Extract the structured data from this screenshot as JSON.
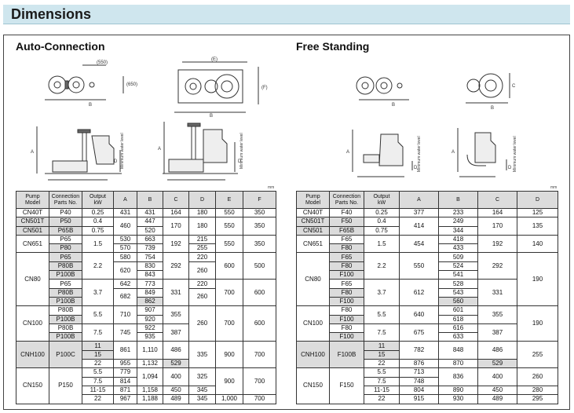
{
  "heading": "Dimensions",
  "auto": {
    "title": "Auto-Connection",
    "drawing_labels": {
      "dim_550": "(550)",
      "dim_e": "(E)",
      "dim_650": "(650)",
      "dim_f": "(F)",
      "b": "B",
      "a": "A",
      "c": "C",
      "d": "D",
      "min_water": "Minimum water level"
    },
    "unit": "mm",
    "headers": [
      [
        "Pump",
        "Model"
      ],
      [
        "Connection",
        "Parts No."
      ],
      [
        "Output",
        "kW"
      ],
      [
        "A"
      ],
      [
        "B"
      ],
      [
        "C"
      ],
      [
        "D"
      ],
      [
        "E"
      ],
      [
        "F"
      ]
    ],
    "rows": [
      [
        {
          "t": "CN40T"
        },
        {
          "t": "P40"
        },
        {
          "t": "0.25"
        },
        {
          "t": "431"
        },
        {
          "t": "431"
        },
        {
          "t": "164"
        },
        {
          "t": "180"
        },
        {
          "t": "550"
        },
        {
          "t": "350"
        }
      ],
      [
        {
          "t": "CN501T",
          "f": 1
        },
        {
          "t": "P50",
          "f": 1
        },
        {
          "t": "0.4"
        },
        {
          "t": "460",
          "r": 2
        },
        {
          "t": "447"
        },
        {
          "t": "170",
          "r": 2
        },
        {
          "t": "180",
          "r": 2
        },
        {
          "t": "550",
          "r": 2
        },
        {
          "t": "350",
          "r": 2
        }
      ],
      [
        {
          "t": "CN501",
          "f": 1
        },
        {
          "t": "P65B",
          "f": 1
        },
        {
          "t": "0.75"
        },
        {
          "t": "520"
        }
      ],
      [
        {
          "t": "CN651",
          "r": 2
        },
        {
          "t": "P65"
        },
        {
          "t": "1.5",
          "r": 2
        },
        {
          "t": "530"
        },
        {
          "t": "663"
        },
        {
          "t": "192",
          "r": 2
        },
        {
          "t": "215"
        },
        {
          "t": "550",
          "r": 2
        },
        {
          "t": "350",
          "r": 2
        }
      ],
      [
        {
          "t": "P80",
          "f": 1
        },
        {
          "t": "570"
        },
        {
          "t": "739"
        },
        {
          "t": "255"
        }
      ],
      [
        {
          "t": "CN80",
          "r": 6
        },
        {
          "t": "P65",
          "f": 1
        },
        {
          "t": "2.2",
          "r": 3
        },
        {
          "t": "580"
        },
        {
          "t": "754"
        },
        {
          "t": "292",
          "r": 3
        },
        {
          "t": "220"
        },
        {
          "t": "600",
          "r": 3
        },
        {
          "t": "500",
          "r": 3
        }
      ],
      [
        {
          "t": "P80B",
          "f": 1
        },
        {
          "t": "620",
          "r": 2
        },
        {
          "t": "830"
        },
        {
          "t": "260",
          "r": 2
        }
      ],
      [
        {
          "t": "P100B",
          "f": 1
        },
        {
          "t": "843"
        }
      ],
      [
        {
          "t": "P65"
        },
        {
          "t": "3.7",
          "r": 3
        },
        {
          "t": "642"
        },
        {
          "t": "773"
        },
        {
          "t": "331",
          "r": 3
        },
        {
          "t": "220"
        },
        {
          "t": "700",
          "r": 3
        },
        {
          "t": "600",
          "r": 3
        }
      ],
      [
        {
          "t": "P80B",
          "f": 1
        },
        {
          "t": "682",
          "r": 2
        },
        {
          "t": "849"
        },
        {
          "t": "260",
          "r": 2
        }
      ],
      [
        {
          "t": "P100B",
          "f": 1
        },
        {
          "t": "862",
          "f": 1
        }
      ],
      [
        {
          "t": "CN100",
          "r": 4
        },
        {
          "t": "P80B"
        },
        {
          "t": "5.5",
          "r": 2
        },
        {
          "t": "710",
          "r": 2
        },
        {
          "t": "907"
        },
        {
          "t": "355",
          "r": 2
        },
        {
          "t": "260",
          "r": 4
        },
        {
          "t": "700",
          "r": 4
        },
        {
          "t": "600",
          "r": 4
        }
      ],
      [
        {
          "t": "P100B",
          "f": 1
        },
        {
          "t": "920"
        }
      ],
      [
        {
          "t": "P80B"
        },
        {
          "t": "7.5",
          "r": 2
        },
        {
          "t": "745",
          "r": 2
        },
        {
          "t": "922"
        },
        {
          "t": "387",
          "r": 2
        }
      ],
      [
        {
          "t": "P100B",
          "f": 1
        },
        {
          "t": "935"
        }
      ],
      [
        {
          "t": "CNH100",
          "r": 3,
          "f": 1
        },
        {
          "t": "P100C",
          "r": 3,
          "f": 1
        },
        {
          "t": "11",
          "f": 1
        },
        {
          "t": "861",
          "r": 2
        },
        {
          "t": "1,110",
          "r": 2
        },
        {
          "t": "486",
          "r": 2
        },
        {
          "t": "335",
          "r": 3
        },
        {
          "t": "900",
          "r": 3
        },
        {
          "t": "700",
          "r": 3
        }
      ],
      [
        {
          "t": "15",
          "f": 1
        }
      ],
      [
        {
          "t": "22"
        },
        {
          "t": "955"
        },
        {
          "t": "1,132"
        },
        {
          "t": "529",
          "f": 1
        }
      ],
      [
        {
          "t": "CN150",
          "r": 4
        },
        {
          "t": "P150",
          "r": 4
        },
        {
          "t": "5.5"
        },
        {
          "t": "779"
        },
        {
          "t": "1,094",
          "r": 2
        },
        {
          "t": "400",
          "r": 2
        },
        {
          "t": "325",
          "r": 2
        },
        {
          "t": "900",
          "r": 3
        },
        {
          "t": "700",
          "r": 3
        }
      ],
      [
        {
          "t": "7.5"
        },
        {
          "t": "814"
        }
      ],
      [
        {
          "t": "11-15"
        },
        {
          "t": "871"
        },
        {
          "t": "1,158"
        },
        {
          "t": "450"
        },
        {
          "t": "345"
        }
      ],
      [
        {
          "t": "22"
        },
        {
          "t": "967"
        },
        {
          "t": "1,188"
        },
        {
          "t": "489"
        },
        {
          "t": "345"
        },
        {
          "t": "1,000"
        },
        {
          "t": "700"
        }
      ]
    ]
  },
  "free": {
    "title": "Free Standing",
    "drawing_labels": {
      "b": "B",
      "a": "A",
      "c": "C",
      "d": "D",
      "min_water": "Minimum water level"
    },
    "unit": "mm",
    "headers": [
      [
        "Pump",
        "Model"
      ],
      [
        "Connection",
        "Parts No."
      ],
      [
        "Output",
        "kW"
      ],
      [
        "A"
      ],
      [
        "B"
      ],
      [
        "C"
      ],
      [
        "D"
      ]
    ],
    "rows": [
      [
        {
          "t": "CN40T"
        },
        {
          "t": "F40"
        },
        {
          "t": "0.25"
        },
        {
          "t": "377"
        },
        {
          "t": "233"
        },
        {
          "t": "164"
        },
        {
          "t": "125"
        }
      ],
      [
        {
          "t": "CN501T",
          "f": 1
        },
        {
          "t": "F50",
          "f": 1
        },
        {
          "t": "0.4"
        },
        {
          "t": "414",
          "r": 2
        },
        {
          "t": "249"
        },
        {
          "t": "170",
          "r": 2
        },
        {
          "t": "135",
          "r": 2
        }
      ],
      [
        {
          "t": "CN501",
          "f": 1
        },
        {
          "t": "F65B",
          "f": 1
        },
        {
          "t": "0.75"
        },
        {
          "t": "344"
        }
      ],
      [
        {
          "t": "CN651",
          "r": 2
        },
        {
          "t": "F65"
        },
        {
          "t": "1.5",
          "r": 2
        },
        {
          "t": "454",
          "r": 2
        },
        {
          "t": "418"
        },
        {
          "t": "192",
          "r": 2
        },
        {
          "t": "140",
          "r": 2
        }
      ],
      [
        {
          "t": "F80",
          "f": 1
        },
        {
          "t": "433"
        }
      ],
      [
        {
          "t": "CN80",
          "r": 6
        },
        {
          "t": "F65",
          "f": 1
        },
        {
          "t": "2.2",
          "r": 3
        },
        {
          "t": "550",
          "r": 3
        },
        {
          "t": "509"
        },
        {
          "t": "292",
          "r": 3
        },
        {
          "t": "190",
          "r": 6
        }
      ],
      [
        {
          "t": "F80",
          "f": 1
        },
        {
          "t": "524"
        }
      ],
      [
        {
          "t": "F100",
          "f": 1
        },
        {
          "t": "541"
        }
      ],
      [
        {
          "t": "F65"
        },
        {
          "t": "3.7",
          "r": 3
        },
        {
          "t": "612",
          "r": 3
        },
        {
          "t": "528"
        },
        {
          "t": "331",
          "r": 3
        }
      ],
      [
        {
          "t": "F80",
          "f": 1
        },
        {
          "t": "543"
        }
      ],
      [
        {
          "t": "F100",
          "f": 1
        },
        {
          "t": "560",
          "f": 1
        }
      ],
      [
        {
          "t": "CN100",
          "r": 4
        },
        {
          "t": "F80"
        },
        {
          "t": "5.5",
          "r": 2
        },
        {
          "t": "640",
          "r": 2
        },
        {
          "t": "601"
        },
        {
          "t": "355",
          "r": 2
        },
        {
          "t": "190",
          "r": 4
        }
      ],
      [
        {
          "t": "F100",
          "f": 1
        },
        {
          "t": "618"
        }
      ],
      [
        {
          "t": "F80"
        },
        {
          "t": "7.5",
          "r": 2
        },
        {
          "t": "675",
          "r": 2
        },
        {
          "t": "616"
        },
        {
          "t": "387",
          "r": 2
        }
      ],
      [
        {
          "t": "F100",
          "f": 1
        },
        {
          "t": "633"
        }
      ],
      [
        {
          "t": "CNH100",
          "r": 3,
          "f": 1
        },
        {
          "t": "F100B",
          "r": 3,
          "f": 1
        },
        {
          "t": "11",
          "f": 1
        },
        {
          "t": "782",
          "r": 2
        },
        {
          "t": "848",
          "r": 2
        },
        {
          "t": "486",
          "r": 2
        },
        {
          "t": "255",
          "r": 3
        }
      ],
      [
        {
          "t": "15",
          "f": 1
        }
      ],
      [
        {
          "t": "22"
        },
        {
          "t": "876"
        },
        {
          "t": "870"
        },
        {
          "t": "529",
          "f": 1
        }
      ],
      [
        {
          "t": "CN150",
          "r": 4
        },
        {
          "t": "F150",
          "r": 4
        },
        {
          "t": "5.5"
        },
        {
          "t": "713"
        },
        {
          "t": "836",
          "r": 2
        },
        {
          "t": "400",
          "r": 2
        },
        {
          "t": "260",
          "r": 2
        }
      ],
      [
        {
          "t": "7.5"
        },
        {
          "t": "748"
        }
      ],
      [
        {
          "t": "11-15"
        },
        {
          "t": "804"
        },
        {
          "t": "890"
        },
        {
          "t": "450"
        },
        {
          "t": "280"
        }
      ],
      [
        {
          "t": "22"
        },
        {
          "t": "915"
        },
        {
          "t": "930"
        },
        {
          "t": "489"
        },
        {
          "t": "295"
        }
      ]
    ]
  }
}
